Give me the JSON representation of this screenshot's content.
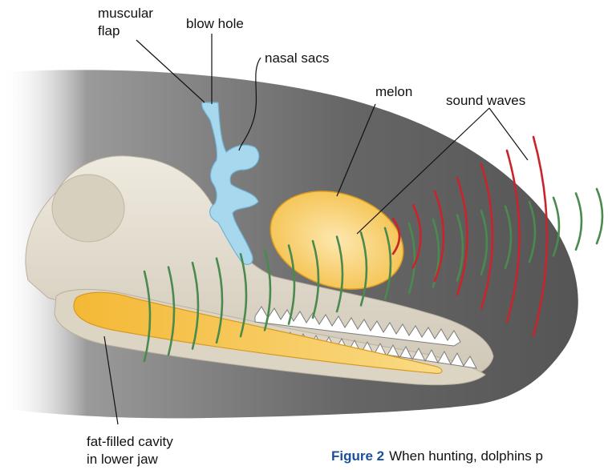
{
  "labels": {
    "muscular_flap": [
      "muscular",
      "flap"
    ],
    "blow_hole": "blow hole",
    "nasal_sacs": "nasal sacs",
    "melon": "melon",
    "sound_waves": "sound waves",
    "fat_cavity": [
      "fat-filled cavity",
      "in lower jaw"
    ]
  },
  "caption": {
    "figure": "Figure 2",
    "text": "When hunting, dolphins p"
  },
  "colors": {
    "head": "#6e6e6e",
    "skull": "#e6e0d3",
    "nasal": "#a8d8ee",
    "fat": "#f7c65a",
    "wave_green": "#4a8a4e",
    "wave_red": "#c8242c",
    "figure_label": "#1a4f9c"
  }
}
